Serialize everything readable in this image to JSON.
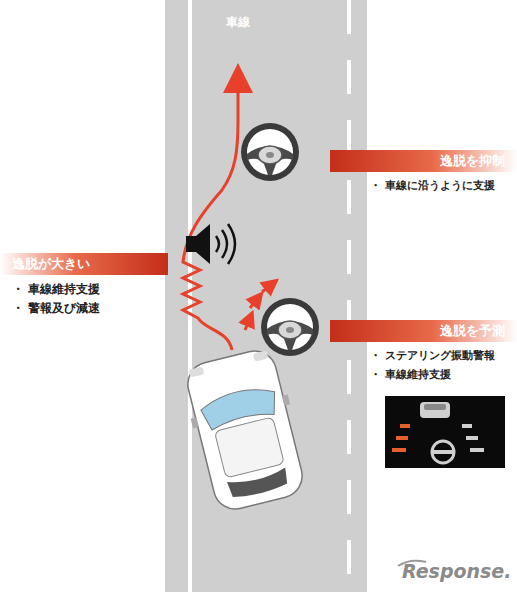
{
  "diagram": {
    "nodes": [
      {
        "text": [
          "逸脱を抑制",
          "・ 車線に沿うように支援"
        ]
      },
      {
        "text": [
          "逸脱が大きい",
          "・ 車線維持支援",
          "・ 警報及び減速"
        ]
      },
      {
        "text": [
          "逸脱を予測",
          "・ ステアリング振動警報",
          "・ 車線維持支援"
        ]
      }
    ],
    "labels": [
      "車線",
      "Response."
    ]
  }
}
